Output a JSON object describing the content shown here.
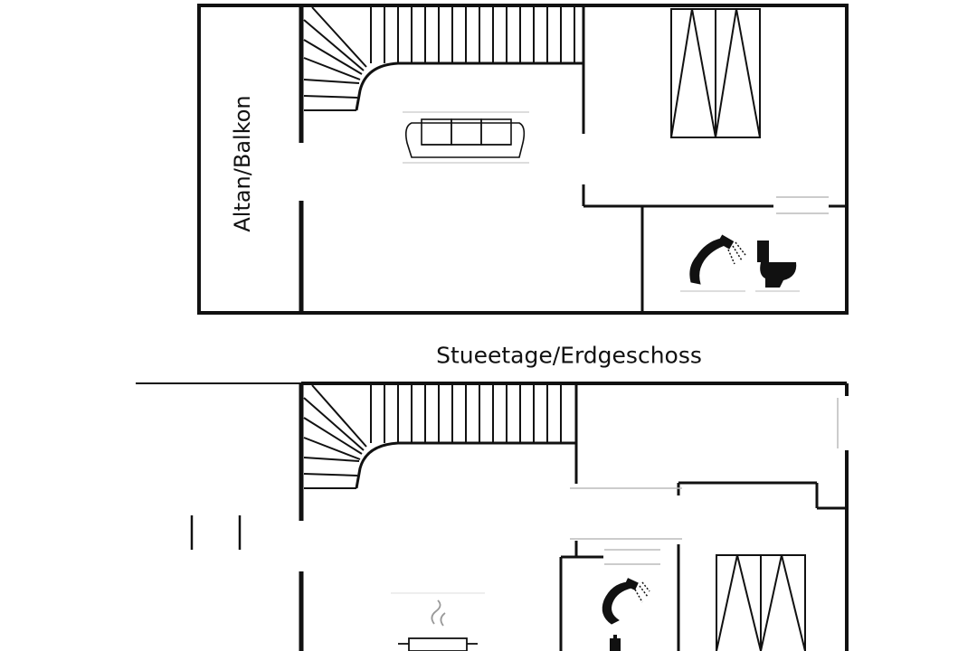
{
  "plans": {
    "upper": {
      "balcony_label": "Altan/Balkon",
      "rooms": [
        "living-room",
        "bedroom",
        "bathroom",
        "staircase",
        "balcony"
      ],
      "icons": [
        "sofa-icon",
        "double-bed-icon",
        "shower-icon",
        "toilet-icon"
      ]
    },
    "ground": {
      "floor_label": "Stueetage/Erdgeschoss",
      "rooms": [
        "living-kitchen",
        "bathroom",
        "bedroom",
        "staircase",
        "entrance"
      ],
      "icons": [
        "cooking-pot-icon",
        "shower-icon",
        "toilet-icon",
        "double-bed-icon"
      ]
    }
  },
  "colors": {
    "wall": "#111111",
    "background": "#ffffff"
  }
}
